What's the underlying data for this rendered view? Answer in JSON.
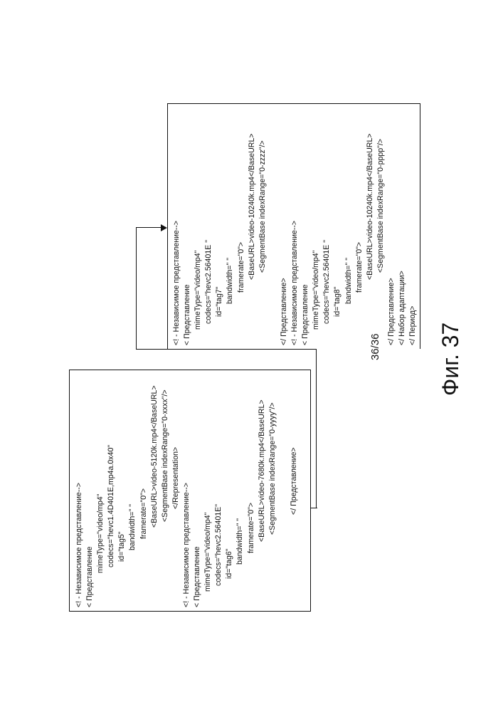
{
  "header": {
    "page_number": "36/36"
  },
  "figure": {
    "caption": "Фиг. 37"
  },
  "block1": {
    "lines": [
      "<! - Независимое представление-->",
      "< Представление",
      "mimeType=\"video/mp4\"",
      "codecs=\"hevc1.4D401E,mp4a.0x40\"",
      "id=\"tag5\"",
      "bandwidth=\" \"",
      "framerate=\"0\">",
      "<BaseURL>video-5120k.mp4</BaseURL>",
      "<SegmentBase indexRange=\"0-xxxx\"/>",
      "</Representation>",
      "<! - Независимое представление-->",
      "< Представление",
      "mimeType=\"video/mp4\"",
      "codecs=\"hevc2.56401E\"",
      "id=\"tag6\"",
      "bandwidth=\" \"",
      "framerate=\"0\">",
      "<BaseURL>video-7680k.mp4</BaseURL>",
      "<SegmentBase indexRange=\"0-yyyy\"/>",
      "",
      "</ Представление>"
    ]
  },
  "block2": {
    "lines": [
      "<! - Независимое представление-->",
      "< Представление",
      "mimeType=\"video/mp4\"",
      "codecs=\"hevc2.56401E \"",
      "id=\"tag7\"",
      "bandwidth=\" \"",
      "framerate=\"0\">",
      "<BaseURL>video-10240k.mp4</BaseURL>",
      "<SegmentBase indexRange=\"0-zzzz\"/>",
      "",
      "</ Представление>",
      "<! - Независимое представление-->",
      "< Представление",
      "mimeType=\"video/mp4\"",
      "codecs=\"hevc2.56401E \"",
      "id=\"tag8\"",
      "bandwidth=\" \"",
      "framerate=\"0\">",
      "<BaseURL>video-10240k.mp4</BaseURL>",
      "<SegmentBase indexRange=\"0-pppp\"/>",
      "</ Представление>",
      "</ Набор адаптации>",
      "</ Период>"
    ]
  }
}
